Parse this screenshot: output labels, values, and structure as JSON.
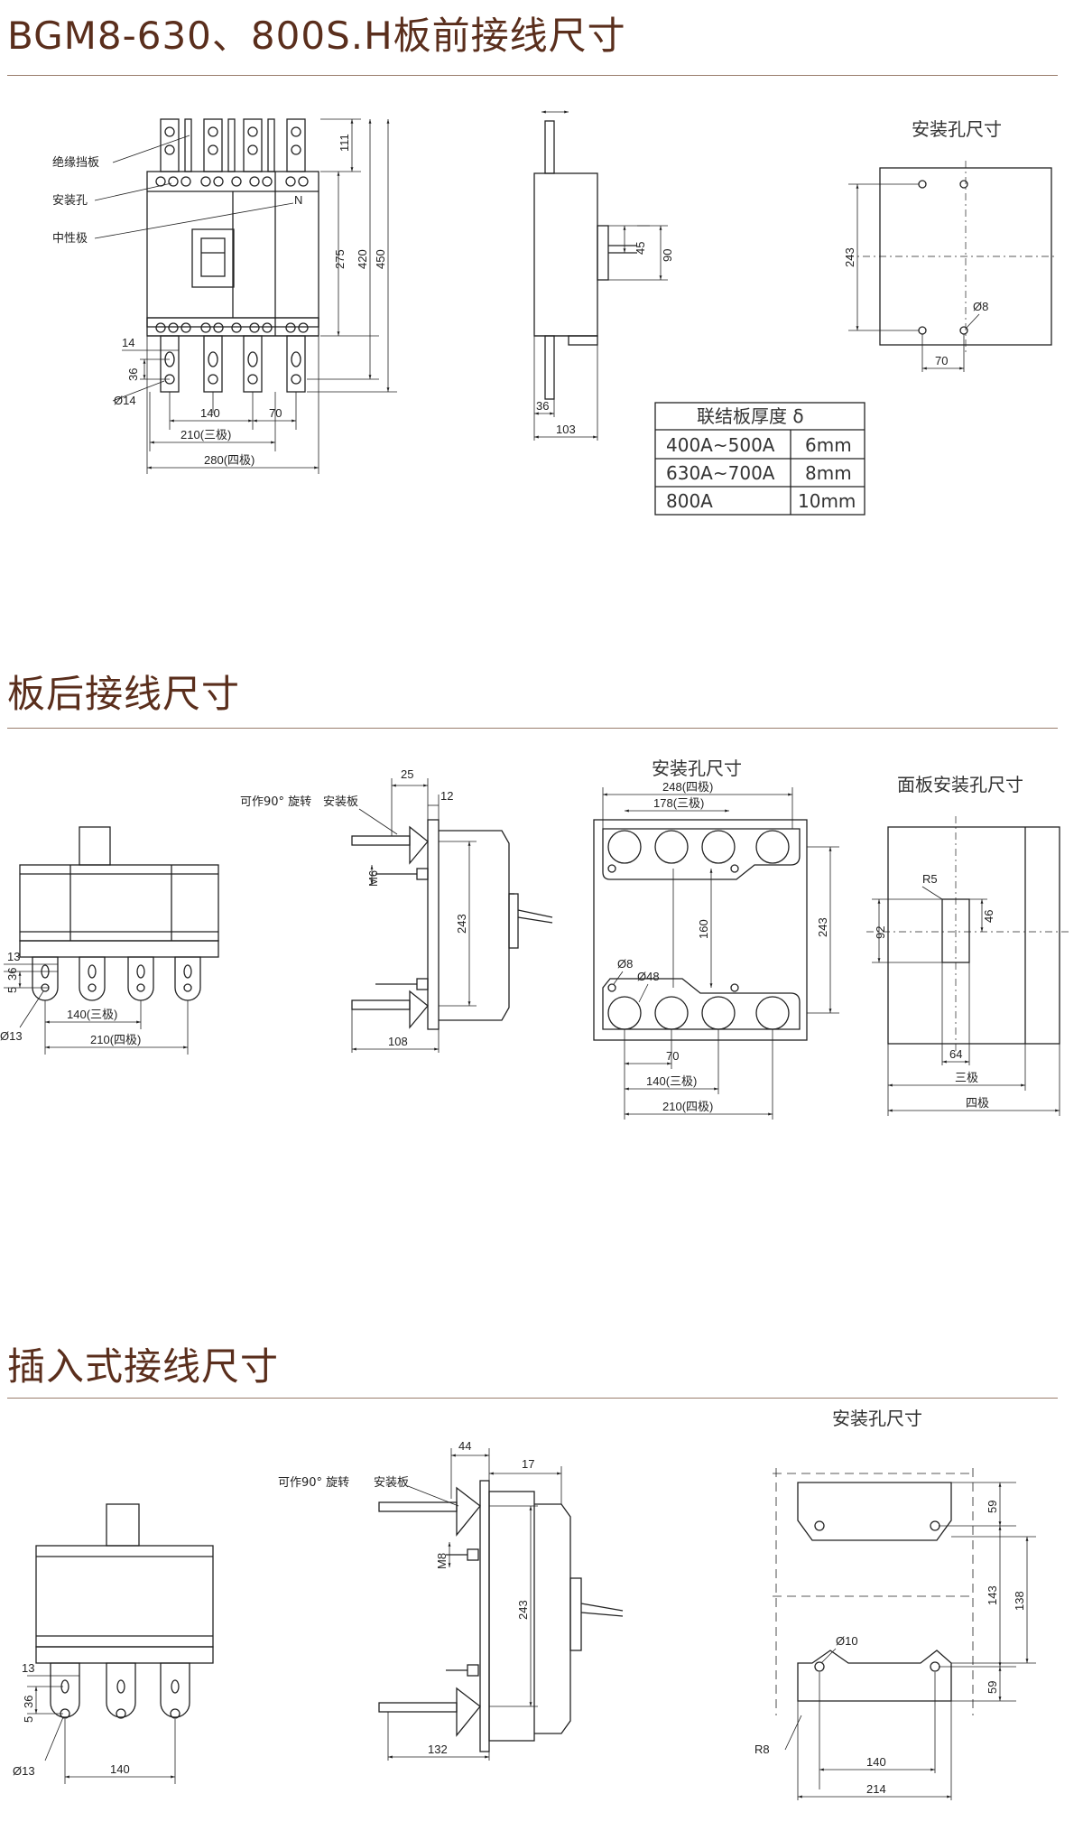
{
  "sections": {
    "front": {
      "title": "BGM8-630、800S.H板前接线尺寸"
    },
    "rear": {
      "title": "板后接线尺寸"
    },
    "plugin": {
      "title": "插入式接线尺寸"
    }
  },
  "front_view": {
    "labels": {
      "insulation": "绝缘挡板",
      "mount_hole": "安装孔",
      "neutral": "中性极",
      "n_mark": "N"
    },
    "dims": {
      "d111": "111",
      "d275": "275",
      "d420": "420",
      "d450": "450",
      "d14": "14",
      "d36": "36",
      "phi14": "Ø14",
      "d140": "140",
      "d70": "70",
      "d210": "210(三极)",
      "d280": "280(四极)"
    }
  },
  "side_view": {
    "dims": {
      "d45": "45",
      "d90": "90",
      "d36": "36",
      "d103": "103"
    }
  },
  "mount_holes_1": {
    "caption": "安装孔尺寸",
    "dims": {
      "d243": "243",
      "phi8": "Ø8",
      "d70": "70"
    }
  },
  "link_table": {
    "header": "联结板厚度 δ",
    "rows": [
      {
        "range": "400A~500A",
        "thick": "6mm"
      },
      {
        "range": "630A~700A",
        "thick": "8mm"
      },
      {
        "range": "800A",
        "thick": "10mm"
      }
    ]
  },
  "rear_front": {
    "dims": {
      "d13": "13",
      "d5": "5",
      "d36": "36",
      "phi13": "Ø13",
      "d140": "140(三极)",
      "d210": "210(四极)"
    }
  },
  "rear_side": {
    "labels": {
      "rotate": "可作90° 旋转",
      "plate": "安装板"
    },
    "dims": {
      "d25": "25",
      "d12": "12",
      "m6": "M6",
      "d243": "243",
      "d108": "108"
    }
  },
  "rear_holes": {
    "caption": "安装孔尺寸",
    "dims": {
      "d248": "248(四极)",
      "d178": "178(三极)",
      "d160": "160",
      "d243": "243",
      "phi8": "Ø8",
      "phi48": "Ø48",
      "d70": "70",
      "d140": "140(三极)",
      "d210": "210(四极)"
    }
  },
  "panel_holes": {
    "caption": "面板安装孔尺寸",
    "dims": {
      "r5": "R5",
      "d92": "92",
      "d46": "46",
      "d64": "64",
      "three": "三极",
      "four": "四极"
    }
  },
  "plug_front": {
    "dims": {
      "d13": "13",
      "d5": "5",
      "d36": "36",
      "phi13": "Ø13",
      "d140": "140"
    }
  },
  "plug_side": {
    "labels": {
      "rotate": "可作90° 旋转",
      "plate": "安装板"
    },
    "dims": {
      "d44": "44",
      "d17": "17",
      "m8": "M8",
      "d243": "243",
      "d132": "132"
    }
  },
  "plug_holes": {
    "caption": "安装孔尺寸",
    "dims": {
      "d59a": "59",
      "d143": "143",
      "d138": "138",
      "d59b": "59",
      "phi10": "Ø10",
      "r8": "R8",
      "d140": "140",
      "d214": "214"
    }
  }
}
